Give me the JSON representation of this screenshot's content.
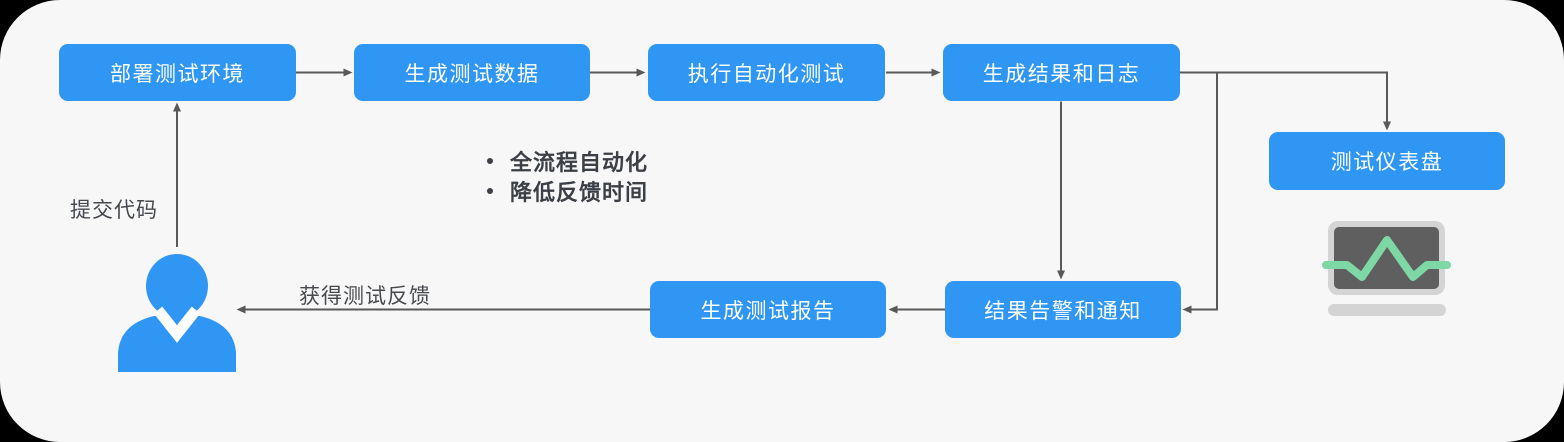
{
  "nodes": {
    "deploy": {
      "label": "部署测试环境"
    },
    "gen_data": {
      "label": "生成测试数据"
    },
    "run_auto_test": {
      "label": "执行自动化测试"
    },
    "results_logs": {
      "label": "生成结果和日志"
    },
    "dashboard": {
      "label": "测试仪表盘"
    },
    "alerts_notify": {
      "label": "结果告警和通知"
    },
    "test_report": {
      "label": "生成测试报告"
    }
  },
  "edge_labels": {
    "submit_code": "提交代码",
    "get_feedback": "获得测试反馈"
  },
  "callouts": {
    "items": [
      "全流程自动化",
      "降低反馈时间"
    ]
  },
  "icons": {
    "person": "user-silhouette",
    "dashboard_monitor": "monitor-with-pulse-line"
  },
  "colors": {
    "node_blue": "#2F96F3",
    "arrow_gray": "#595959",
    "label_text": "#46494E",
    "callout_text": "#3C4046",
    "background": "#F7F7F7",
    "monitor_frame": "#D4D4D4",
    "monitor_screen": "#5F5F5F",
    "pulse_green": "#7DD8A5"
  }
}
